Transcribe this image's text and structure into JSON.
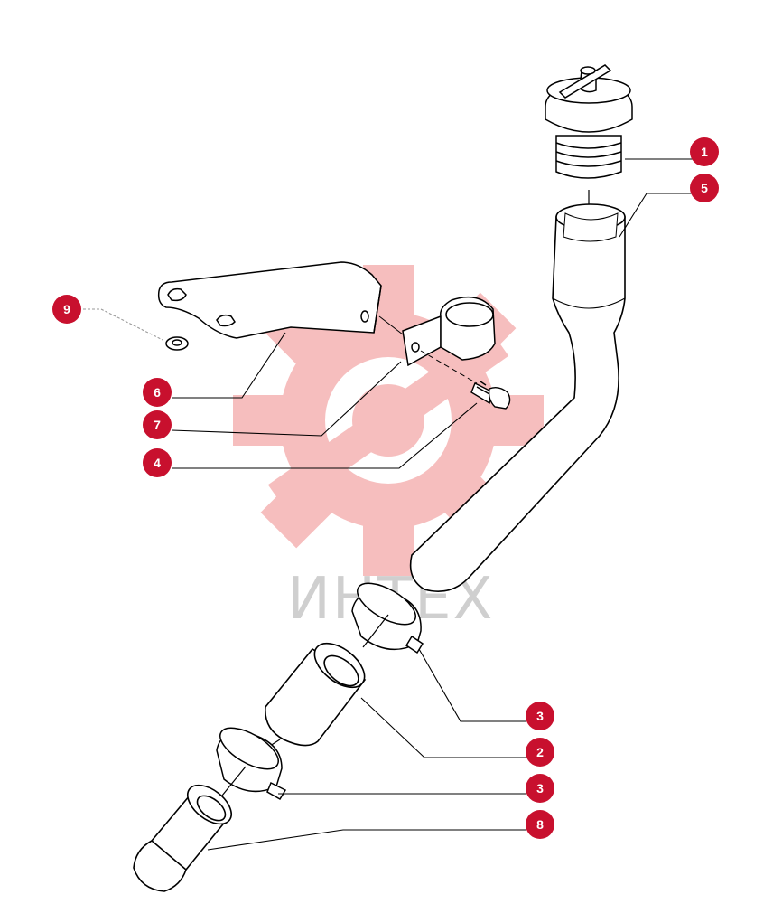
{
  "watermark": {
    "text": "ИНТЕХ",
    "gear_color": "#f4b4b4",
    "text_color": "#cfcfcf"
  },
  "badge_color": "#c8102e",
  "callouts": [
    "1",
    "5",
    "9",
    "6",
    "7",
    "4",
    "3",
    "2",
    "3",
    "8"
  ]
}
